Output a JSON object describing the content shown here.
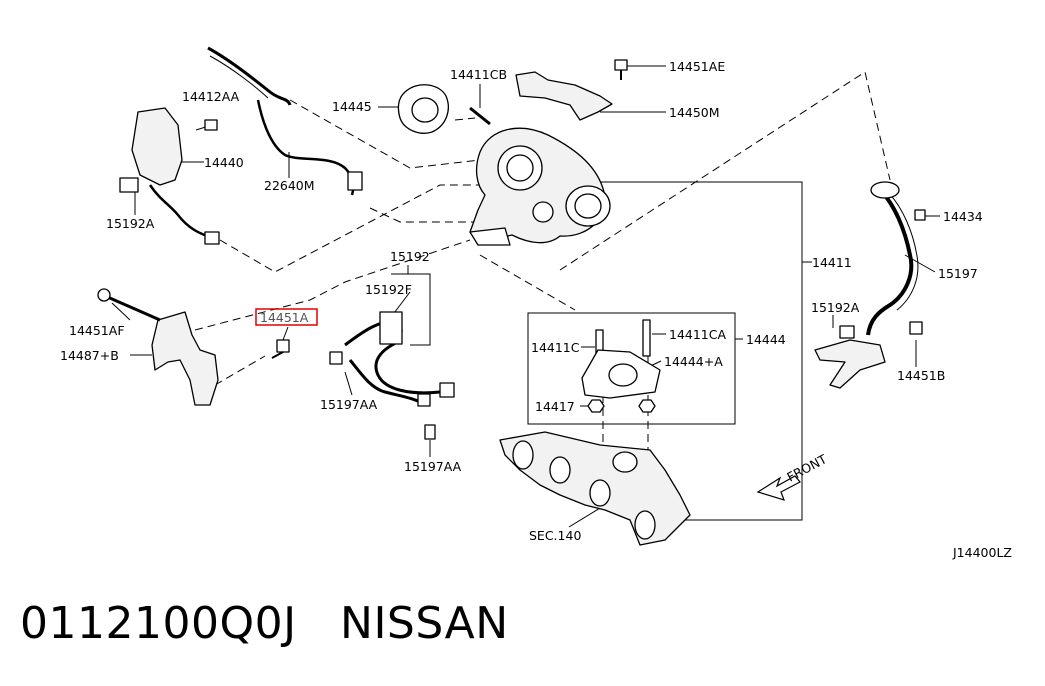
{
  "diagram": {
    "labels": {
      "p14412AA": "14412AA",
      "p14440": "14440",
      "p15192A_left": "15192A",
      "p22640M": "22640M",
      "p14445": "14445",
      "p14411CB": "14411CB",
      "p14451AE": "14451AE",
      "p14450M": "14450M",
      "p14434": "14434",
      "p15197": "15197",
      "p14411": "14411",
      "p15192": "15192",
      "p15192F": "15192F",
      "p14451AF": "14451AF",
      "p14487B": "14487+B",
      "p14451A": "14451A",
      "p15197AA_1": "15197AA",
      "p15197AA_2": "15197AA",
      "p14411C": "14411C",
      "p14411CA": "14411CA",
      "p14444A": "14444+A",
      "p14444": "14444",
      "p14417": "14417",
      "p15192A_right": "15192A",
      "p14451B": "14451B",
      "sec140": "SEC.140",
      "front": "FRONT",
      "diagram_code": "J14400LZ"
    },
    "highlight_color": "#e00000"
  },
  "footer": {
    "part_number": "0112100Q0J",
    "brand": "NISSAN"
  }
}
